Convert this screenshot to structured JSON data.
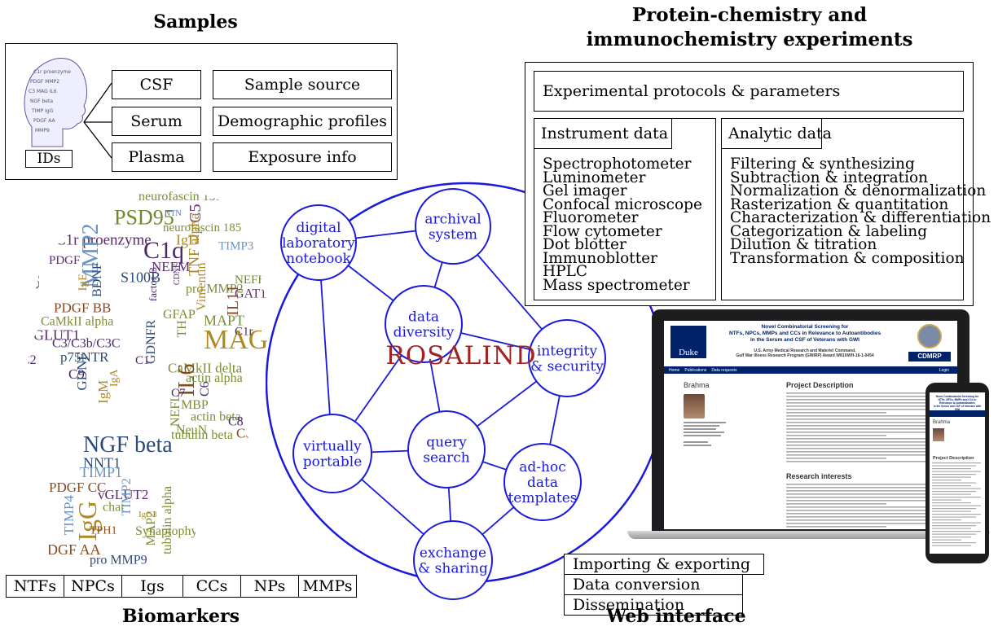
{
  "samples": {
    "title": "Samples",
    "ids_label": "IDs",
    "sample_types": [
      "CSF",
      "Serum",
      "Plasma"
    ],
    "info_items": [
      "Sample source",
      "Demographic profiles",
      "Exposure info"
    ]
  },
  "protein": {
    "title_line1": "Protein-chemistry and",
    "title_line2": "immunochemistry experiments",
    "protocols": "Experimental protocols & parameters",
    "instrument_title": "Instrument data",
    "instruments": [
      "Spectrophotometer",
      "Luminometer",
      "Gel imager",
      "Confocal microscope",
      "Fluorometer",
      "Flow cytometer",
      "Dot blotter",
      "Immunoblotter",
      "HPLC",
      "Mass spectrometer"
    ],
    "analytic_title": "Analytic data",
    "analytics": [
      "Filtering & synthesizing",
      "Subtraction & integration",
      "Normalization & denormalization",
      "Rasterization & quantitation",
      "Characterization & differentiation",
      "Categorization & labeling",
      "Dilution & titration",
      "Transformation & composition"
    ]
  },
  "rosalind": {
    "center_label": "ROSALIND",
    "nodes": [
      {
        "id": "notebook",
        "lines": [
          "digital",
          "laboratory",
          "notebook"
        ]
      },
      {
        "id": "archival",
        "lines": [
          "archival",
          "system"
        ]
      },
      {
        "id": "diversity",
        "lines": [
          "data",
          "diversity"
        ]
      },
      {
        "id": "integrity",
        "lines": [
          "integrity",
          "& security"
        ]
      },
      {
        "id": "query",
        "lines": [
          "query",
          "search"
        ]
      },
      {
        "id": "portable",
        "lines": [
          "virtually",
          "portable"
        ]
      },
      {
        "id": "adhoc",
        "lines": [
          "ad-hoc",
          "data",
          "templates"
        ]
      },
      {
        "id": "exchange",
        "lines": [
          "exchange",
          "& sharing"
        ]
      }
    ]
  },
  "biomarkers": {
    "title": "Biomarkers",
    "categories": [
      "NTFs",
      "NPCs",
      "Igs",
      "CCs",
      "NPs",
      "MMPs"
    ],
    "words": [
      {
        "t": "neurofascin 155",
        "c": "#7a8f35"
      },
      {
        "t": "C3",
        "c": "#4b2a6b"
      },
      {
        "t": "PSD95",
        "c": "#6b8a2e"
      },
      {
        "t": "C5",
        "c": "#6b2a6b"
      },
      {
        "t": "NTN",
        "c": "#5a7bb5"
      },
      {
        "t": "neurofascin 185",
        "c": "#7a8f35"
      },
      {
        "t": "C1r proenzyme",
        "c": "#5a2a6b"
      },
      {
        "t": "IgD",
        "c": "#b08a20"
      },
      {
        "t": "C1q",
        "c": "#4b2a6b"
      },
      {
        "t": "TNF alpha",
        "c": "#b08a20"
      },
      {
        "t": "MMP2",
        "c": "#6a93c8"
      },
      {
        "t": "PDGF",
        "c": "#5a2a6b"
      },
      {
        "t": "NEFM",
        "c": "#5a2a6b"
      },
      {
        "t": "TIMP3",
        "c": "#6a93c8"
      },
      {
        "t": "S100B",
        "c": "#2a4a7a"
      },
      {
        "t": "IgE",
        "c": "#b08a20"
      },
      {
        "t": "CT1",
        "c": "#2a4a7a"
      },
      {
        "t": "CDNF",
        "c": "#5a2a6b"
      },
      {
        "t": "BDNF",
        "c": "#2a4a7a"
      },
      {
        "t": "pro MMP2",
        "c": "#7a8f35"
      },
      {
        "t": "Vimentin",
        "c": "#b08a20"
      },
      {
        "t": "NEFH",
        "c": "#6b8a2e"
      },
      {
        "t": "PDGF BB",
        "c": "#8a4a20"
      },
      {
        "t": "factor B",
        "c": "#4b2a6b"
      },
      {
        "t": "GFAP",
        "c": "#7a8f35"
      },
      {
        "t": "MAPT",
        "c": "#7a8f35"
      },
      {
        "t": "GAT1",
        "c": "#6b2a6b"
      },
      {
        "t": "CaMkII alpha",
        "c": "#7a8f35"
      },
      {
        "t": "IL11",
        "c": "#8a4a20"
      },
      {
        "t": "vGLUT1",
        "c": "#5a2a6b"
      },
      {
        "t": "TH",
        "c": "#7a8f35"
      },
      {
        "t": "C3/C3b/C3C",
        "c": "#4b2a6b"
      },
      {
        "t": "MAG",
        "c": "#b08a20"
      },
      {
        "t": "C1r",
        "c": "#4b2a6b"
      },
      {
        "t": "C2",
        "c": "#4b2a6b"
      },
      {
        "t": "p75NTR",
        "c": "#2a4a7a"
      },
      {
        "t": "GDNFR",
        "c": "#2a4a7a"
      },
      {
        "t": "C9",
        "c": "#4b2a6b"
      },
      {
        "t": "C1",
        "c": "#4b2a6b"
      },
      {
        "t": "CaMkII delta",
        "c": "#7a8f35"
      },
      {
        "t": "GDNF",
        "c": "#2a4a7a"
      },
      {
        "t": "IgA",
        "c": "#b08a20"
      },
      {
        "t": "IL6",
        "c": "#8a4a20"
      },
      {
        "t": "actin alpha",
        "c": "#7a8f35"
      },
      {
        "t": "C6",
        "c": "#4b2a6b"
      },
      {
        "t": "IgM",
        "c": "#b08a20"
      },
      {
        "t": "C7",
        "c": "#4b2a6b"
      },
      {
        "t": "MBP",
        "c": "#7a8f35"
      },
      {
        "t": "actin beta",
        "c": "#7a8f35"
      },
      {
        "t": "NEFL",
        "c": "#7a8f35"
      },
      {
        "t": "NeuN",
        "c": "#7a8f35"
      },
      {
        "t": "C8",
        "c": "#4b2a6b"
      },
      {
        "t": "C5aR",
        "c": "#8a4a20"
      },
      {
        "t": "NGF beta",
        "c": "#2a4a7a"
      },
      {
        "t": "NNT1",
        "c": "#2a4a7a"
      },
      {
        "t": "tubulin beta",
        "c": "#7a8f35"
      },
      {
        "t": "TIMP1",
        "c": "#6a93c8"
      },
      {
        "t": "PDGF CC",
        "c": "#8a4a20"
      },
      {
        "t": "vGLUT2",
        "c": "#5a2a6b"
      },
      {
        "t": "IgG",
        "c": "#b08a20"
      },
      {
        "t": "TIMP4",
        "c": "#6a93c8"
      },
      {
        "t": "chat",
        "c": "#7a8f35"
      },
      {
        "t": "MAP2",
        "c": "#7a8f35"
      },
      {
        "t": "Synaptophysin",
        "c": "#7a8f35"
      },
      {
        "t": "tubulin alpha",
        "c": "#7a8f35"
      },
      {
        "t": "TPH1",
        "c": "#8a4a20"
      },
      {
        "t": "PDGF AA",
        "c": "#8a4a20"
      },
      {
        "t": "pro MMP9",
        "c": "#2a4a7a"
      },
      {
        "t": "IgG1",
        "c": "#b08a20"
      },
      {
        "t": "TIMP2",
        "c": "#6a93c8"
      },
      {
        "t": "IgG3",
        "c": "#b08a20"
      },
      {
        "t": "IgG2",
        "c": "#b08a20"
      }
    ]
  },
  "web": {
    "title": "Web interface",
    "features": [
      "Importing & exporting",
      "Data conversion",
      "Dissemination"
    ],
    "page_title_line1": "Novel Combinatorial Screening for",
    "page_title_line2": "NTFs, NPCs, MMPs and CCs in Relevance to Autoantibodies",
    "page_title_line3": "in the Serum and CSF of Veterans with GWI",
    "funding_line1": "U.S. Army Medical Research and Materiel Command,",
    "funding_line2": "Gulf War Illness Research Program (GWIRP) Award W81XWH-16-1-0454",
    "logo_left": "Duke",
    "logo_right": "CDMRP",
    "nav": [
      "Home",
      "Publications",
      "Data requests"
    ],
    "login": "Login",
    "pi_name": "Brahma",
    "section1": "Project Description",
    "section2": "Research interests",
    "phone_title_line1": "Novel Combinatorial Screening for",
    "phone_title_line2": "NTFs, NPCs, MMPs and CCs in Relevance to Autoantibodies",
    "phone_title_line3": "in the Serum and CSF of Veterans with GWI",
    "phone_pi": "Brahma",
    "phone_section": "Project Description",
    "accent": "#012169"
  },
  "colors": {
    "network_blue": "#1a1adb",
    "rosalind_red": "#a32222"
  }
}
